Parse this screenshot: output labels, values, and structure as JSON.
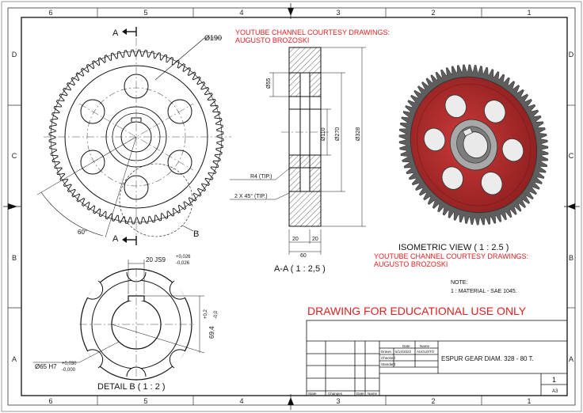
{
  "border": {
    "col_labels": [
      "6",
      "5",
      "4",
      "3",
      "2",
      "1"
    ],
    "row_labels": [
      "D",
      "C",
      "B",
      "A"
    ]
  },
  "front_view": {
    "diameter_label": "Ø190",
    "angle_label": "60°",
    "section_mark": "A",
    "detail_mark": "B"
  },
  "section_view": {
    "d55": "Ø55",
    "d110": "Ø110",
    "d270": "Ø270",
    "d328": "Ø328",
    "radius_note": "R4 (TIP.)",
    "chamfer_note": "2 X 45° (TIP.)",
    "dim_20a": "20",
    "dim_20b": "20",
    "dim_60": "60",
    "title": "A-A ( 1 : 2,5 )"
  },
  "detail_view": {
    "keyway": "20 JS9",
    "keyway_tol_upper": "+0,026",
    "keyway_tol_lower": "-0,026",
    "height": "69,4",
    "height_tol_upper": "+0,2",
    "height_tol_lower": "-0,0",
    "bore": "Ø65 H7",
    "bore_tol_upper": "+0,030",
    "bore_tol_lower": "-0,000",
    "title": "DETAIL B ( 1 : 2 )"
  },
  "iso_view": {
    "title": "ISOMETRIC VIEW ( 1 : 2.5 )",
    "colors": {
      "face": "#b52a2a",
      "teeth": "#5e5e5e",
      "hub": "#9a9a9a"
    }
  },
  "credits": {
    "top_line1": "YOUTUBE CHANNEL COURTESY DRAWINGS:",
    "top_line2": "AUGUSTO BROZOSKI",
    "mid_line1": "YOUTUBE CHANNEL COURTESY DRAWINGS:",
    "mid_line2": "AUGUSTO BROZOSKI",
    "color": "#e02020"
  },
  "notes": {
    "heading": "NOTE:",
    "item": "1 : MATERIAL - SAE 1045."
  },
  "banner": "DRAWING FOR EDUCATIONAL USE ONLY",
  "title_block": {
    "name_header": "Name",
    "date_header": "Date",
    "row1": "Drawn",
    "row2": "Checked",
    "row3": "Standard",
    "drawn_date": "5/14/2022",
    "drawn_name": "AUGUSTO",
    "drawing_title": "ESPUR GEAR DIAM. 328 - 80 T.",
    "sheet_number": "1",
    "sheet_size": "A3",
    "rev_headers": [
      "State",
      "Changes",
      "Date",
      "Name"
    ]
  }
}
